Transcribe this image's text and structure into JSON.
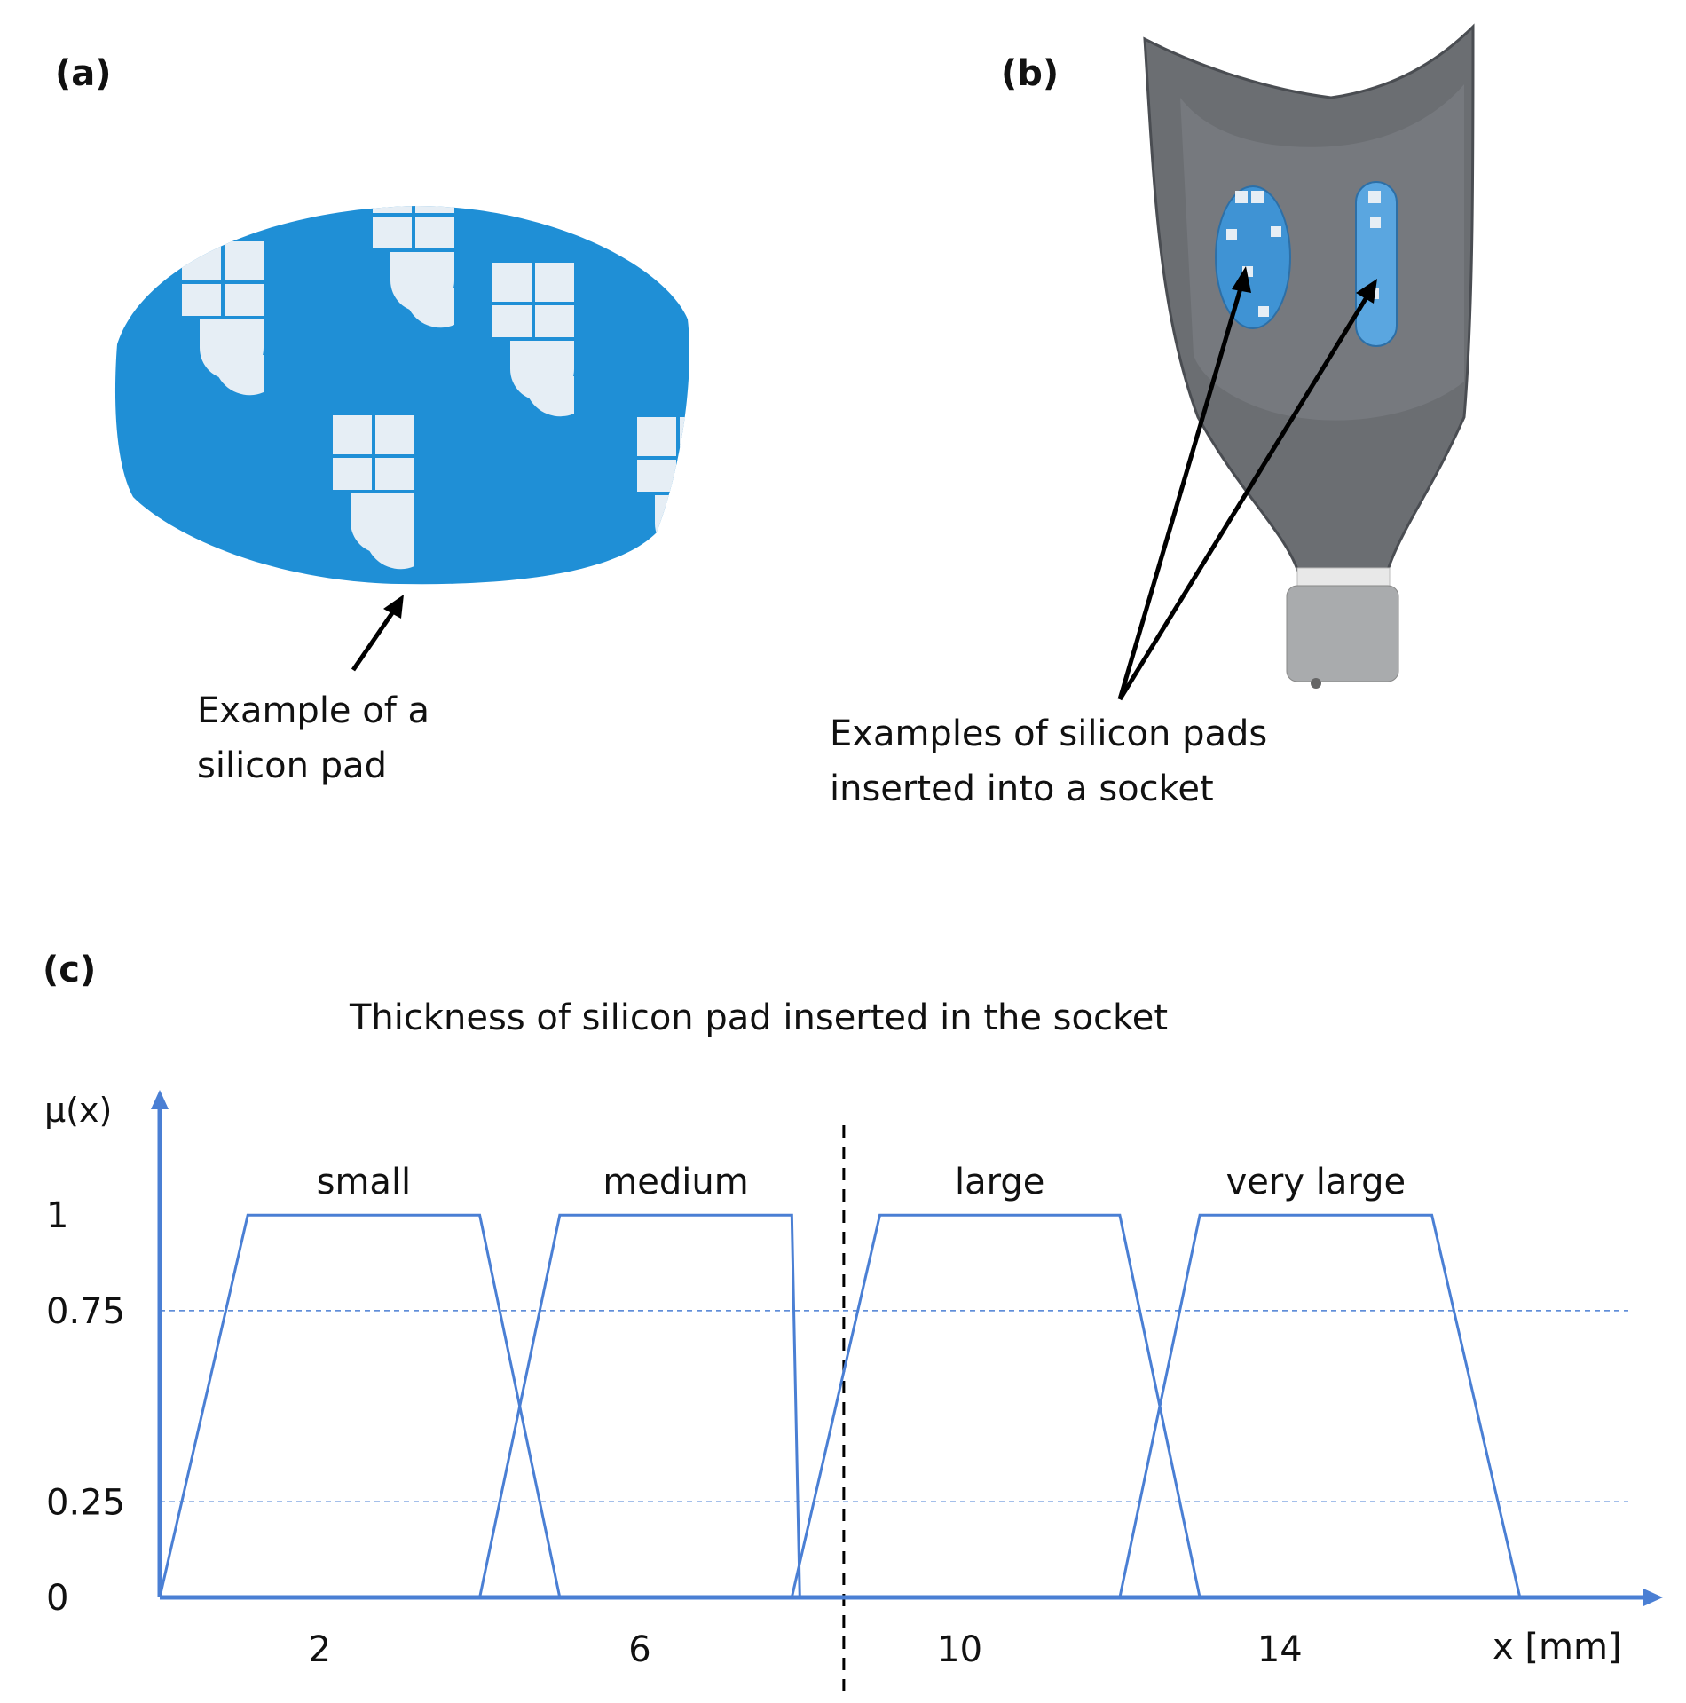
{
  "panels": {
    "a": {
      "label": "(a)",
      "caption_lines": [
        "Example of a",
        "silicon pad"
      ]
    },
    "b": {
      "label": "(b)",
      "caption_lines": [
        "Examples of silicon pads",
        "inserted into a socket"
      ]
    },
    "c": {
      "label": "(c)"
    }
  },
  "colors": {
    "pad_blue": "#1f8fd6",
    "line_blue": "#4a7fd4",
    "socket_gray": "#6b6e72"
  },
  "chart_data": {
    "type": "line",
    "title": "Thickness of silicon pad inserted in the socket",
    "ylabel": "μ(x)",
    "xlabel": "x [mm]",
    "x_ticks": [
      {
        "v": 2,
        "label": "2"
      },
      {
        "v": 6,
        "label": "6"
      },
      {
        "v": 10,
        "label": "10"
      },
      {
        "v": 14,
        "label": "14"
      }
    ],
    "y_ticks": [
      {
        "v": 0,
        "label": "0"
      },
      {
        "v": 0.25,
        "label": "0.25"
      },
      {
        "v": 0.75,
        "label": "0.75"
      },
      {
        "v": 1,
        "label": "1"
      }
    ],
    "xlim": [
      0,
      18.5
    ],
    "ylim": [
      0,
      1.3
    ],
    "reference_lines_y": [
      0.25,
      0.75
    ],
    "reference_line_x": 8.55,
    "series": [
      {
        "name": "small",
        "x": [
          0,
          1.1,
          4.0,
          5.0
        ],
        "y": [
          0,
          1,
          1,
          0
        ]
      },
      {
        "name": "medium",
        "x": [
          4.0,
          5.0,
          7.9,
          8.0
        ],
        "y": [
          0,
          1,
          1,
          0
        ]
      },
      {
        "name": "large",
        "x": [
          7.9,
          9.0,
          12.0,
          13.0
        ],
        "y": [
          0,
          1,
          1,
          0
        ]
      },
      {
        "name": "very large",
        "x": [
          12.0,
          13.0,
          15.9,
          17.0
        ],
        "y": [
          0,
          1,
          1,
          0
        ]
      }
    ]
  }
}
